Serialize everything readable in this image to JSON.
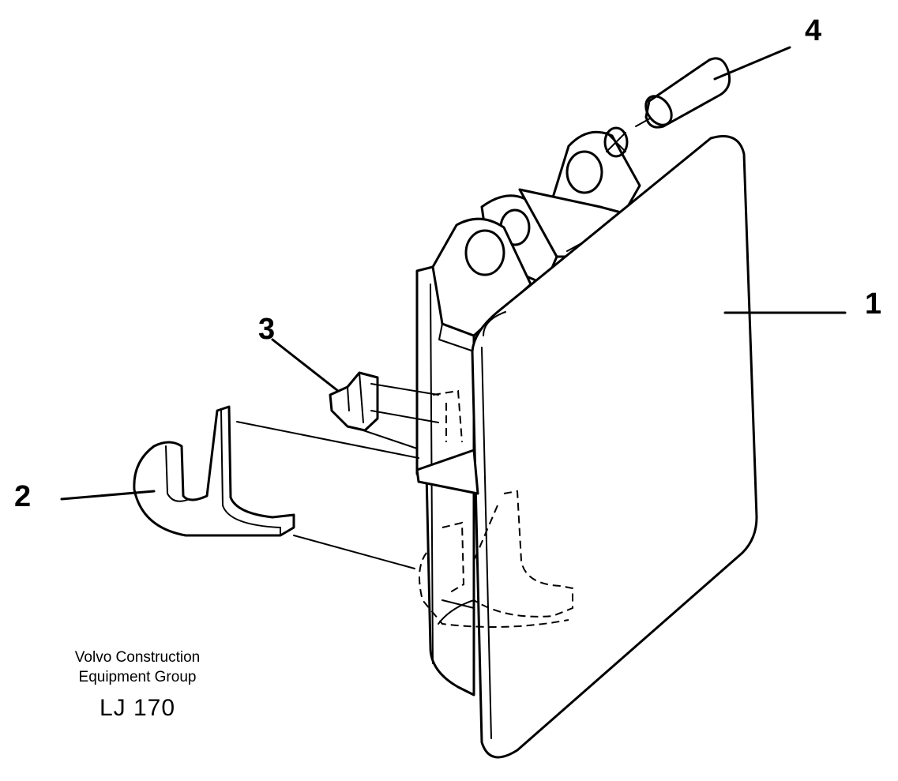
{
  "callouts": {
    "part_1": "1",
    "part_2": "2",
    "part_3": "3",
    "part_4": "4"
  },
  "maker": {
    "line_1": "Volvo Construction",
    "line_2": "Equipment Group"
  },
  "drawing_code": "LJ 170",
  "icons": {
    "drawing": "exploded-parts-drawing-icon"
  }
}
